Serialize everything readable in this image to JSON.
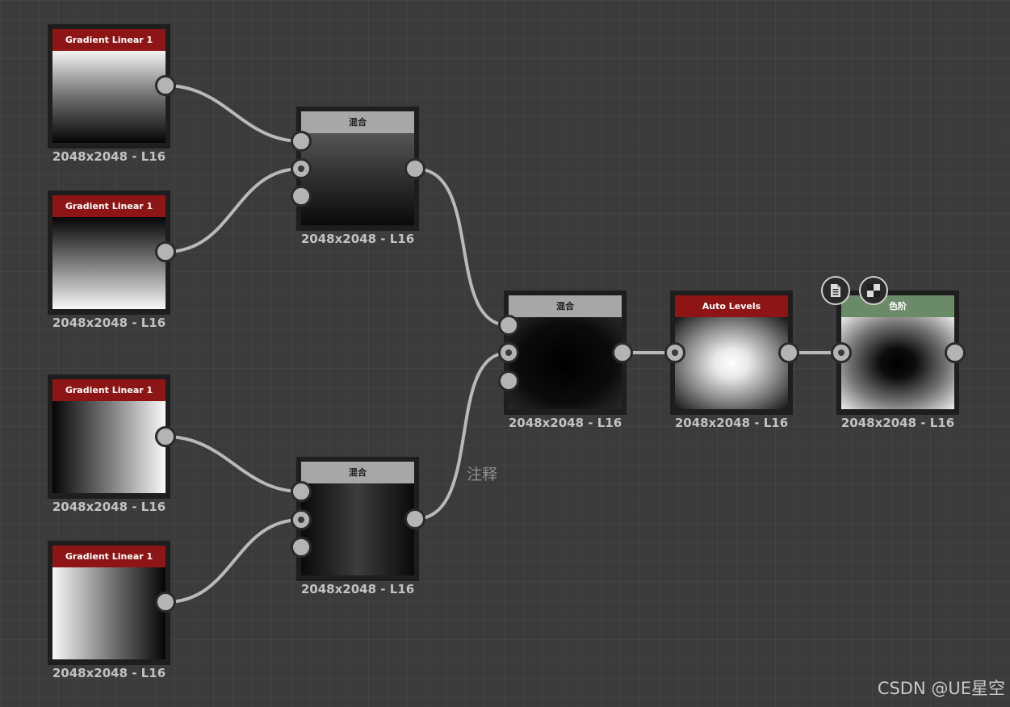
{
  "graph": {
    "comment": "注释",
    "watermark": "CSDN @UE星空",
    "nodes": [
      {
        "id": "gl1",
        "title": "Gradient Linear 1",
        "caption": "2048x2048 - L16",
        "header_color": "#8e1515",
        "icon": "gradient-linear-node-icon"
      },
      {
        "id": "gl2",
        "title": "Gradient Linear 1",
        "caption": "2048x2048 - L16",
        "header_color": "#8e1515",
        "icon": "gradient-linear-node-icon"
      },
      {
        "id": "gl3",
        "title": "Gradient Linear 1",
        "caption": "2048x2048 - L16",
        "header_color": "#8e1515",
        "icon": "gradient-linear-node-icon"
      },
      {
        "id": "gl4",
        "title": "Gradient Linear 1",
        "caption": "2048x2048 - L16",
        "header_color": "#8e1515",
        "icon": "gradient-linear-node-icon"
      },
      {
        "id": "blend1",
        "title": "混合",
        "caption": "2048x2048 - L16",
        "header_color": "#a7a7a7",
        "icon": "blend-node-icon"
      },
      {
        "id": "blend2",
        "title": "混合",
        "caption": "2048x2048 - L16",
        "header_color": "#a7a7a7",
        "icon": "blend-node-icon"
      },
      {
        "id": "blend3",
        "title": "混合",
        "caption": "2048x2048 - L16",
        "header_color": "#a7a7a7",
        "icon": "blend-node-icon"
      },
      {
        "id": "autolevels",
        "title": "Auto Levels",
        "caption": "2048x2048 - L16",
        "header_color": "#8e1515",
        "icon": "auto-levels-node-icon"
      },
      {
        "id": "levels",
        "title": "色阶",
        "caption": "2048x2048 - L16",
        "header_color": "#6b8b68",
        "icon": "levels-node-icon"
      }
    ],
    "badges": [
      {
        "icon": "document-list-icon"
      },
      {
        "icon": "checker-pattern-icon"
      }
    ]
  }
}
